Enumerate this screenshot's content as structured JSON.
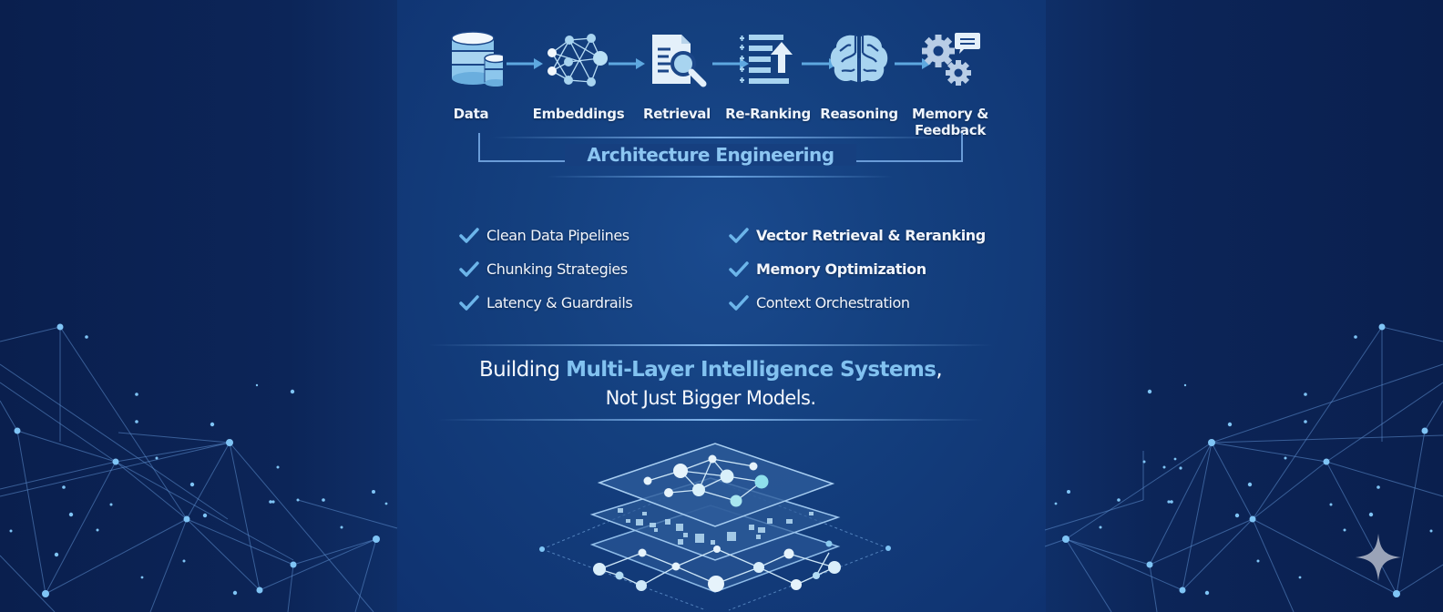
{
  "pipeline": {
    "stages": [
      {
        "label": "Data",
        "icon": "database-icon"
      },
      {
        "label": "Embeddings",
        "icon": "neural-network-icon"
      },
      {
        "label": "Retrieval",
        "icon": "document-search-icon"
      },
      {
        "label": "Re-Ranking",
        "icon": "ranked-list-icon"
      },
      {
        "label": "Reasoning",
        "icon": "brain-icon"
      },
      {
        "label": "Memory &",
        "label2": "Feedback",
        "icon": "gears-chat-icon"
      }
    ],
    "group_title": "Architecture Engineering"
  },
  "checklist": {
    "left": [
      {
        "label": "Clean Data Pipelines"
      },
      {
        "label": "Chunking Strategies"
      },
      {
        "label": "Latency & Guardrails"
      }
    ],
    "right": [
      {
        "label": "Vector Retrieval & Reranking",
        "bold": true
      },
      {
        "label": "Memory Optimization",
        "bold": true
      },
      {
        "label": "Context Orchestration",
        "bold": false
      }
    ]
  },
  "tagline": {
    "prefix": "Building ",
    "highlight": "Multi-Layer Intelligence Systems",
    "suffix": ",",
    "line2": "Not Just Bigger Models."
  },
  "colors": {
    "background": "#0f2f68",
    "accent": "#82c2f0",
    "text": "#f1f5fc",
    "icon_light": "#cde6f7",
    "icon_mid": "#8cc6ec"
  },
  "watermark": {
    "icon": "sparkle-icon"
  }
}
